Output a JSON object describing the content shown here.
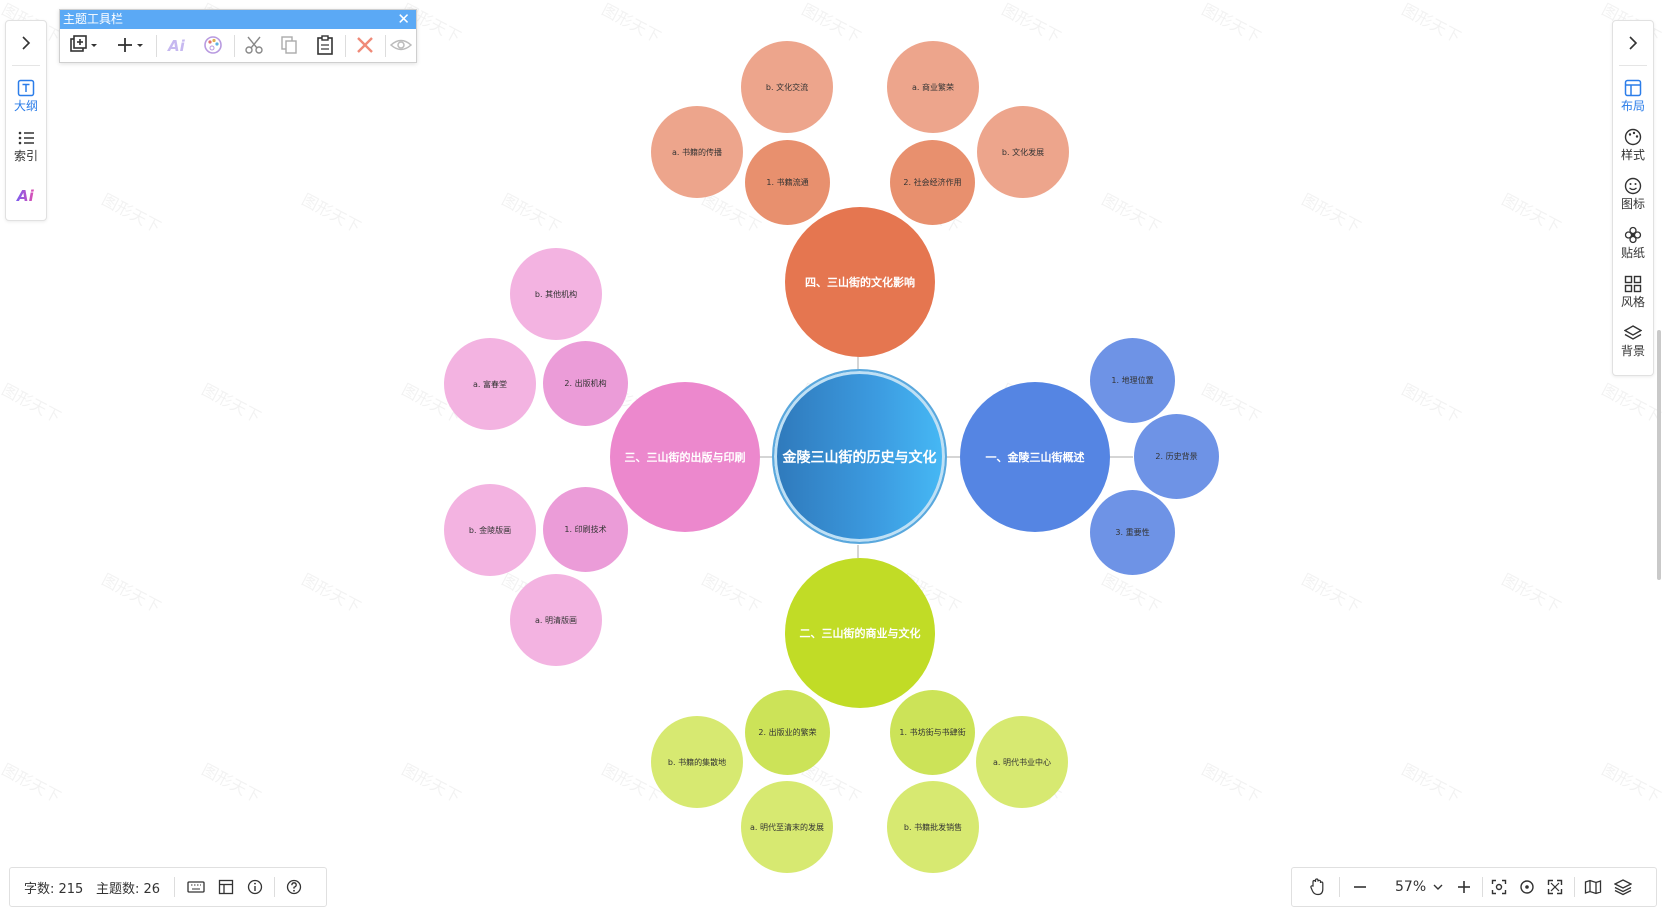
{
  "toolbar": {
    "title": "主题工具栏",
    "close": "✕"
  },
  "left_rail": {
    "items": [
      {
        "label": "大纲",
        "icon": "outline-icon",
        "active": true
      },
      {
        "label": "索引",
        "icon": "index-list-icon",
        "active": false
      },
      {
        "label": "",
        "icon": "ai-icon",
        "active": false
      }
    ]
  },
  "right_rail": {
    "items": [
      {
        "label": "布局",
        "icon": "layout-icon",
        "active": true
      },
      {
        "label": "样式",
        "icon": "palette-icon",
        "active": false
      },
      {
        "label": "图标",
        "icon": "smiley-icon",
        "active": false
      },
      {
        "label": "贴纸",
        "icon": "flower-icon",
        "active": false
      },
      {
        "label": "风格",
        "icon": "grid-icon",
        "active": false
      },
      {
        "label": "背景",
        "icon": "layers-icon",
        "active": false
      }
    ]
  },
  "mindmap": {
    "root": "金陵三山街的历史与文化",
    "main_topics": [
      {
        "label": "一、金陵三山街概述",
        "color": "#5585e3"
      },
      {
        "label": "二、三山街的商业与文化",
        "color": "#c1dc26"
      },
      {
        "label": "三、三山街的出版与印刷",
        "color": "#ec88cd"
      },
      {
        "label": "四、三山街的文化影响",
        "color": "#e57650"
      }
    ],
    "leaves": [
      {
        "label": "1. 地理位置",
        "color": "#6e93e6"
      },
      {
        "label": "2. 历史背景",
        "color": "#6e93e6"
      },
      {
        "label": "3. 重要性",
        "color": "#6e93e6"
      },
      {
        "label": "1. 书坊街与书肆街",
        "color": "#cce358"
      },
      {
        "label": "a. 明代书业中心",
        "color": "#d7e971"
      },
      {
        "label": "b. 书籍批发销售",
        "color": "#d7e971"
      },
      {
        "label": "2. 出版业的繁荣",
        "color": "#cce358"
      },
      {
        "label": "b. 书籍的集散地",
        "color": "#d7e971"
      },
      {
        "label": "a. 明代至清末的发展",
        "color": "#d7e971"
      },
      {
        "label": "2. 出版机构",
        "color": "#eb9cd8"
      },
      {
        "label": "b. 其他机构",
        "color": "#f3b3e1"
      },
      {
        "label": "a. 富春堂",
        "color": "#f3b3e1"
      },
      {
        "label": "1. 印刷技术",
        "color": "#eb9cd8"
      },
      {
        "label": "b. 金陵版画",
        "color": "#f3b3e1"
      },
      {
        "label": "a. 明清版画",
        "color": "#f3b3e1"
      },
      {
        "label": "1. 书籍流通",
        "color": "#e8906e"
      },
      {
        "label": "a. 书籍的传播",
        "color": "#eda58c"
      },
      {
        "label": "b. 文化交流",
        "color": "#eda58c"
      },
      {
        "label": "2. 社会经济作用",
        "color": "#e8906e"
      },
      {
        "label": "a. 商业繁荣",
        "color": "#eda58c"
      },
      {
        "label": "b. 文化发展",
        "color": "#eda58c"
      }
    ]
  },
  "status": {
    "word_count": "字数: 215",
    "topic_count": "主题数: 26",
    "zoom": "57%"
  },
  "watermark": "图形天下"
}
